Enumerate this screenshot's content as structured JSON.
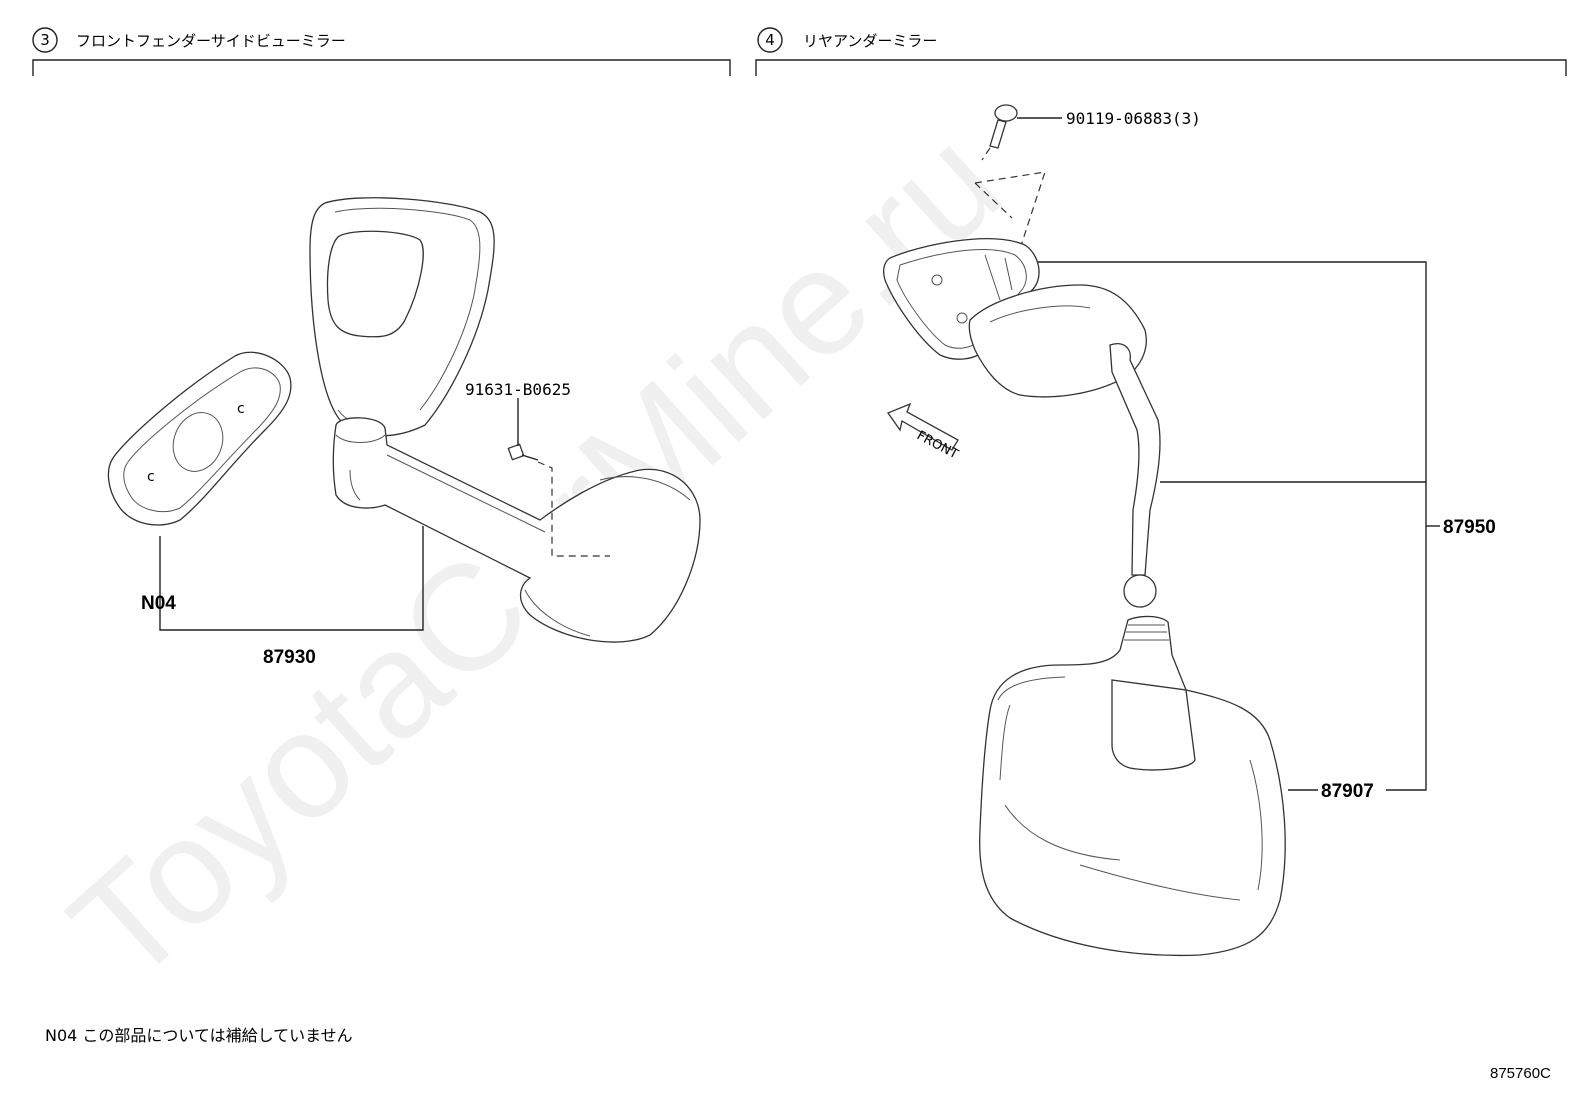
{
  "sections": [
    {
      "number": "3",
      "title": "フロントフェンダーサイドビューミラー"
    },
    {
      "number": "4",
      "title": "リヤアンダーミラー"
    }
  ],
  "labels": {
    "n04": "N04",
    "p87930": "87930",
    "p91631": "91631-B0625",
    "p90119": "90119-06883(3)",
    "front": "FRONT",
    "p87950": "87950",
    "p87907": "87907"
  },
  "footnote": "N04 この部品については補給していません",
  "diagram_code": "875760C",
  "watermark": "ToyotaCarMine.ru"
}
